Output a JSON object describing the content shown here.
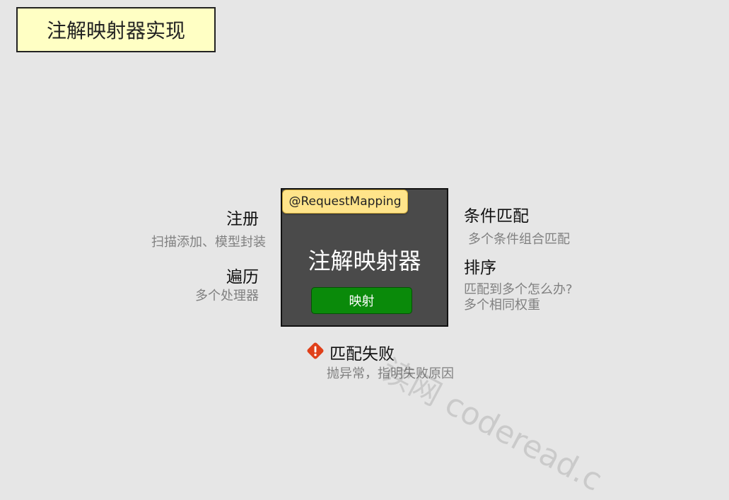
{
  "title": "注解映射器实现",
  "core": {
    "tag": "@RequestMapping",
    "title": "注解映射器",
    "button": "映射"
  },
  "left": {
    "register": {
      "heading": "注册",
      "sub": "扫描添加、模型封装"
    },
    "traverse": {
      "heading": "遍历",
      "sub": "多个处理器"
    }
  },
  "right": {
    "condition": {
      "heading": "条件匹配",
      "sub": "多个条件组合匹配"
    },
    "sort": {
      "heading": "排序",
      "sub_line1": "匹配到多个怎么办?",
      "sub_line2": "多个相同权重"
    }
  },
  "bottom": {
    "heading": "匹配失败",
    "sub": "抛异常，指明失败原因",
    "icon": "warning-icon",
    "icon_color": "#e0401a"
  },
  "watermark": "读网 coderead.c"
}
